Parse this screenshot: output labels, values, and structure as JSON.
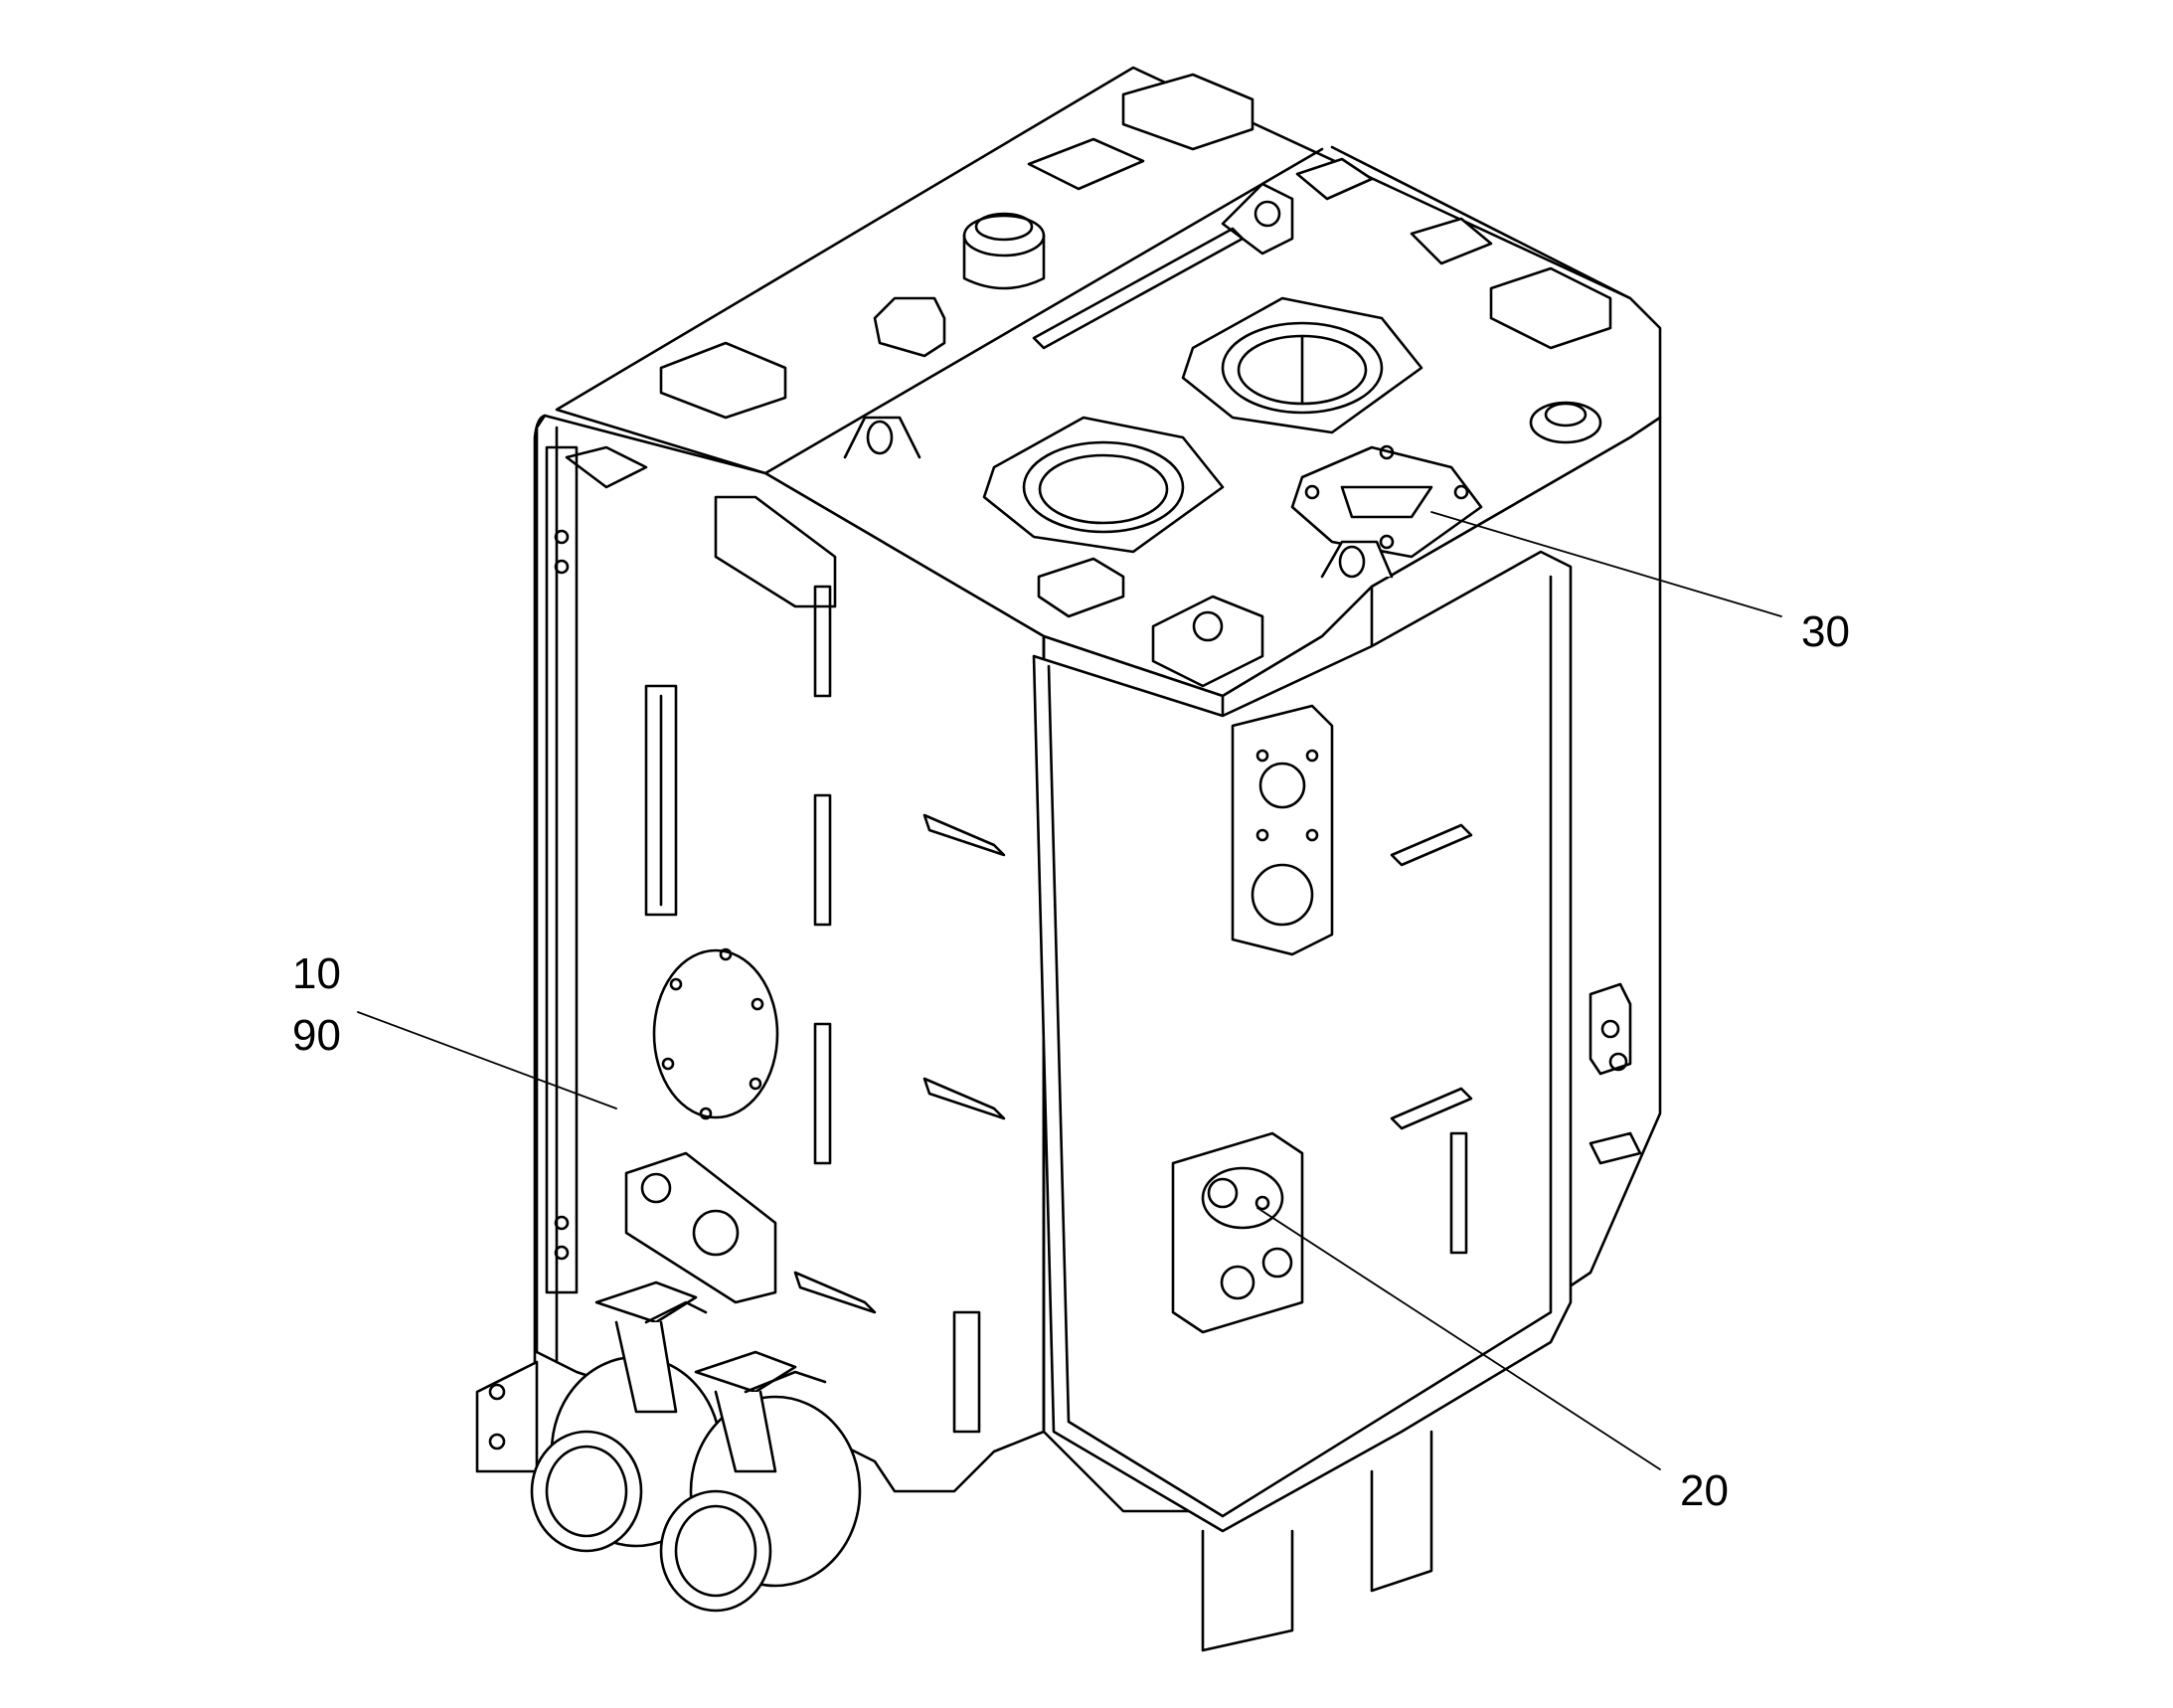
{
  "callouts": {
    "c10": "10",
    "c90": "90",
    "c20": "20",
    "c30": "30"
  },
  "colors": {
    "line": "#000000",
    "background": "#ffffff"
  }
}
